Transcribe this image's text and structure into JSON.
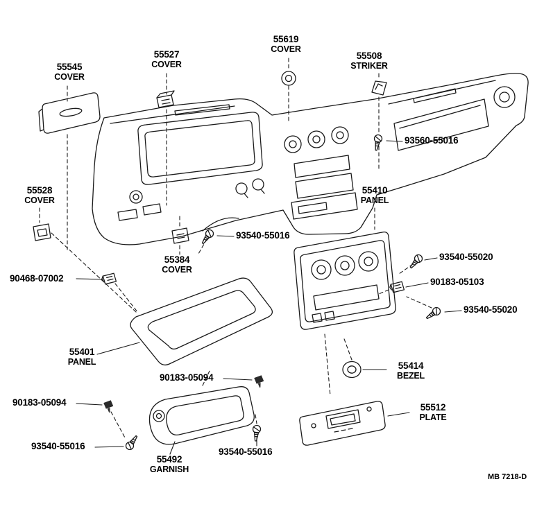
{
  "title": "Instrument panel exploded parts diagram",
  "diagram_code": "MB 7218-D",
  "colors": {
    "line": "#1a1a1a",
    "background": "#ffffff",
    "text": "#000000"
  },
  "labels": [
    {
      "number": "55545",
      "name": "COVER"
    },
    {
      "number": "55527",
      "name": "COVER"
    },
    {
      "number": "55619",
      "name": "COVER"
    },
    {
      "number": "55508",
      "name": "STRIKER"
    },
    {
      "number": "93560-55016"
    },
    {
      "number": "55528",
      "name": "COVER"
    },
    {
      "number": "55410",
      "name": "PANEL"
    },
    {
      "number": "93540-55016"
    },
    {
      "number": "55384",
      "name": "COVER"
    },
    {
      "number": "90468-07002"
    },
    {
      "number": "93540-55020"
    },
    {
      "number": "90183-05103"
    },
    {
      "number": "93540-55020"
    },
    {
      "number": "55401",
      "name": "PANEL"
    },
    {
      "number": "90183-05094"
    },
    {
      "number": "55414",
      "name": "BEZEL"
    },
    {
      "number": "90183-05094"
    },
    {
      "number": "55512",
      "name": "PLATE"
    },
    {
      "number": "93540-55016"
    },
    {
      "number": "55492",
      "name": "GARNISH"
    },
    {
      "number": "93540-55016"
    }
  ]
}
